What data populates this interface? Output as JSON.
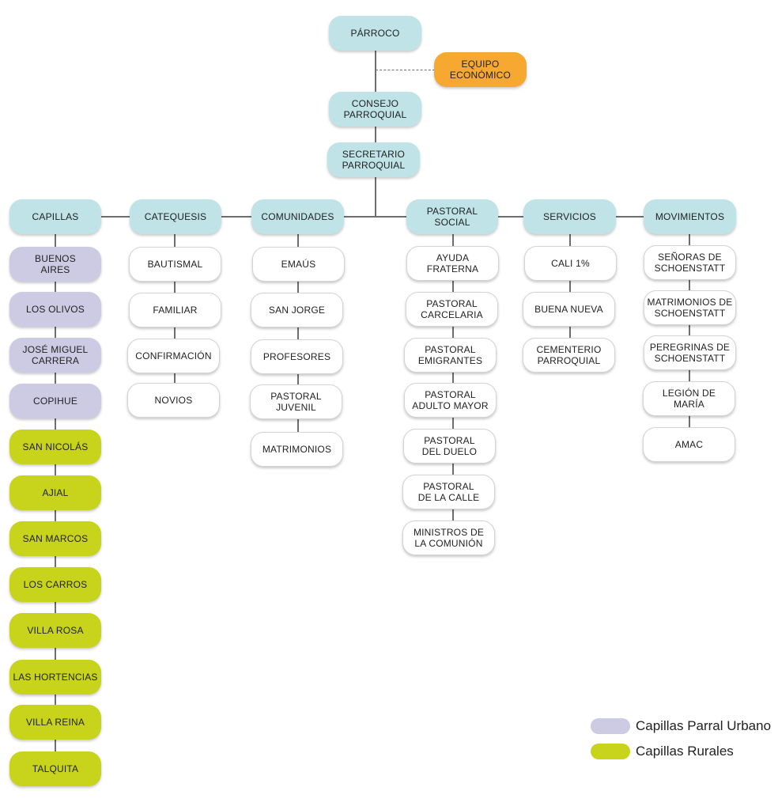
{
  "top": {
    "parroco": "PÁRROCO",
    "equipo": "EQUIPO\nECONÓMICO",
    "consejo": "CONSEJO\nPARROQUIAL",
    "secretario": "SECRETARIO\nPARROQUIAL"
  },
  "columns": [
    {
      "id": "capillas",
      "label": "CAPILLAS",
      "items": [
        {
          "label": "BUENOS\nAIRES",
          "group": "urban"
        },
        {
          "label": "LOS OLIVOS",
          "group": "urban"
        },
        {
          "label": "JOSÉ MIGUEL\nCARRERA",
          "group": "urban"
        },
        {
          "label": "COPIHUE",
          "group": "urban"
        },
        {
          "label": "SAN NICOLÁS",
          "group": "rural"
        },
        {
          "label": "AJIAL",
          "group": "rural"
        },
        {
          "label": "SAN MARCOS",
          "group": "rural"
        },
        {
          "label": "LOS CARROS",
          "group": "rural"
        },
        {
          "label": "VILLA ROSA",
          "group": "rural"
        },
        {
          "label": "LAS HORTENCIAS",
          "group": "rural"
        },
        {
          "label": "VILLA REINA",
          "group": "rural"
        },
        {
          "label": "TALQUITA",
          "group": "rural"
        }
      ]
    },
    {
      "id": "catequesis",
      "label": "CATEQUESIS",
      "items": [
        {
          "label": "BAUTISMAL",
          "group": "white"
        },
        {
          "label": "FAMILIAR",
          "group": "white"
        },
        {
          "label": "CONFIRMACIÓN",
          "group": "white"
        },
        {
          "label": "NOVIOS",
          "group": "white"
        }
      ]
    },
    {
      "id": "comunidades",
      "label": "COMUNIDADES",
      "items": [
        {
          "label": "EMAÚS",
          "group": "white"
        },
        {
          "label": "SAN JORGE",
          "group": "white"
        },
        {
          "label": "PROFESORES",
          "group": "white"
        },
        {
          "label": "PASTORAL\nJUVENIL",
          "group": "white"
        },
        {
          "label": "MATRIMONIOS",
          "group": "white"
        }
      ]
    },
    {
      "id": "pastoral-social",
      "label": "PASTORAL\nSOCIAL",
      "items": [
        {
          "label": "AYUDA\nFRATERNA",
          "group": "white"
        },
        {
          "label": "PASTORAL\nCARCELARIA",
          "group": "white"
        },
        {
          "label": "PASTORAL\nEMIGRANTES",
          "group": "white"
        },
        {
          "label": "PASTORAL\nADULTO MAYOR",
          "group": "white"
        },
        {
          "label": "PASTORAL\nDEL DUELO",
          "group": "white"
        },
        {
          "label": "PASTORAL\nDE LA CALLE",
          "group": "white"
        },
        {
          "label": "MINISTROS DE\nLA COMUNIÓN",
          "group": "white"
        }
      ]
    },
    {
      "id": "servicios",
      "label": "SERVICIOS",
      "items": [
        {
          "label": "CALI 1%",
          "group": "white"
        },
        {
          "label": "BUENA NUEVA",
          "group": "white"
        },
        {
          "label": "CEMENTERIO\nPARROQUIAL",
          "group": "white"
        }
      ]
    },
    {
      "id": "movimientos",
      "label": "MOVIMIENTOS",
      "items": [
        {
          "label": "SEÑORAS DE\nSCHOENSTATT",
          "group": "white"
        },
        {
          "label": "MATRIMONIOS DE\nSCHOENSTATT",
          "group": "white"
        },
        {
          "label": "PEREGRINAS DE\nSCHOENSTATT",
          "group": "white"
        },
        {
          "label": "LEGIÓN DE\nMARÍA",
          "group": "white"
        },
        {
          "label": "AMAC",
          "group": "white"
        }
      ]
    }
  ],
  "legend": {
    "urban": "Capillas Parral Urbano",
    "rural": "Capillas Rurales"
  },
  "colors": {
    "head": "#bfe3e6",
    "econ": "#f6a831",
    "urban": "#cdcbe4",
    "rural": "#c8d31c",
    "white": "#ffffff",
    "line": "#6e6e6e"
  }
}
